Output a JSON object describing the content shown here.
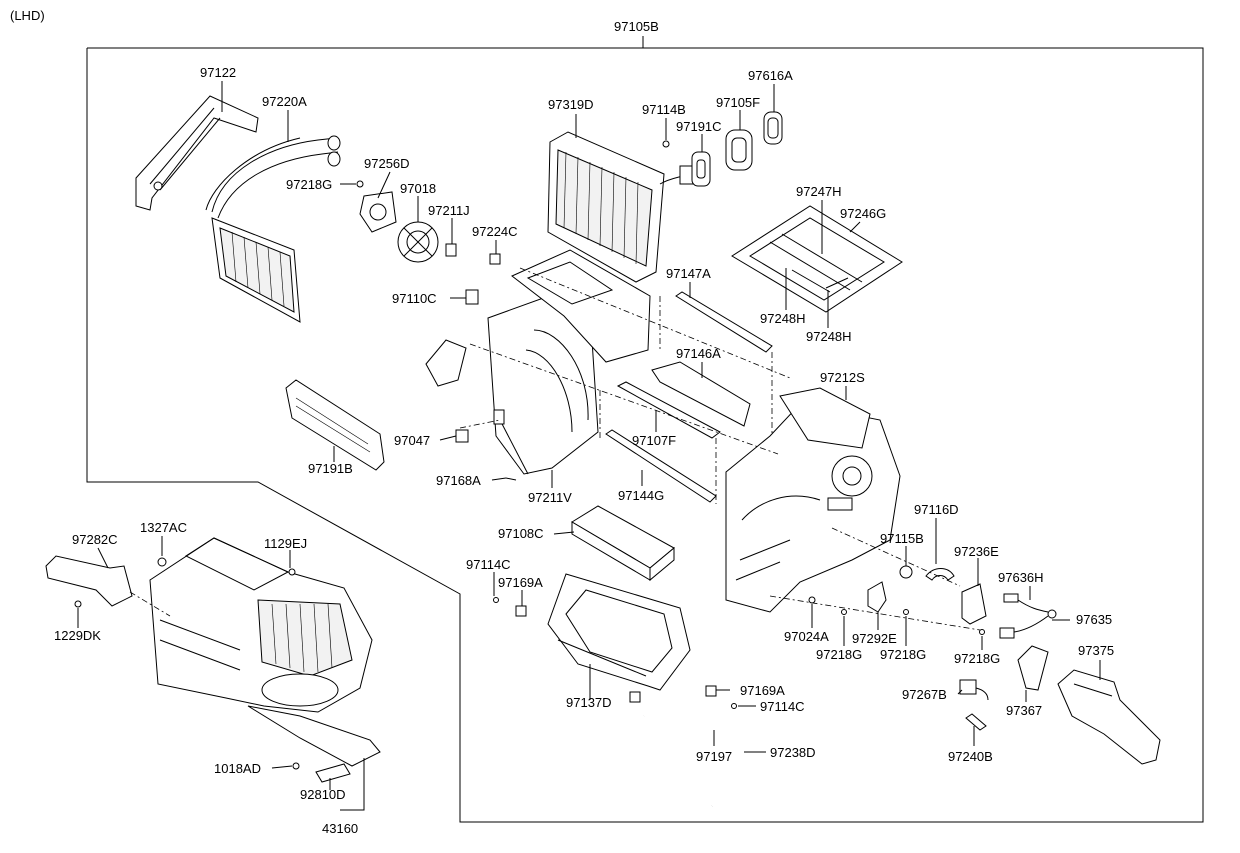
{
  "header": {
    "variant": "(LHD)"
  },
  "assembly_code": "97105B",
  "labels": {
    "97122": "97122",
    "97220A": "97220A",
    "97256D": "97256D",
    "97218G_top": "97218G",
    "97018": "97018",
    "97211J": "97211J",
    "97224C": "97224C",
    "97110C": "97110C",
    "97319D": "97319D",
    "97114B": "97114B",
    "97191C": "97191C",
    "97105F": "97105F",
    "97616A": "97616A",
    "97247H": "97247H",
    "97246G": "97246G",
    "97248H_a": "97248H",
    "97248H_b": "97248H",
    "97147A": "97147A",
    "97146A": "97146A",
    "97212S": "97212S",
    "97047": "97047",
    "97191B": "97191B",
    "97107F": "97107F",
    "97168A": "97168A",
    "97211V": "97211V",
    "97144G": "97144G",
    "97116D": "97116D",
    "97115B": "97115B",
    "97236E": "97236E",
    "97108C": "97108C",
    "97636H": "97636H",
    "97635": "97635",
    "97114C_a": "97114C",
    "97169A_a": "97169A",
    "97024A": "97024A",
    "97292E": "97292E",
    "97218G_b": "97218G",
    "97218G_c": "97218G",
    "97218G_d": "97218G",
    "97375": "97375",
    "97137D": "97137D",
    "97169A_b": "97169A",
    "97114C_b": "97114C",
    "97267B": "97267B",
    "97367": "97367",
    "97197": "97197",
    "97238D": "97238D",
    "97240B": "97240B",
    "97282C": "97282C",
    "1327AC": "1327AC",
    "1129EJ": "1129EJ",
    "1229DK": "1229DK",
    "1018AD": "1018AD",
    "92810D": "92810D",
    "43160": "43160"
  }
}
